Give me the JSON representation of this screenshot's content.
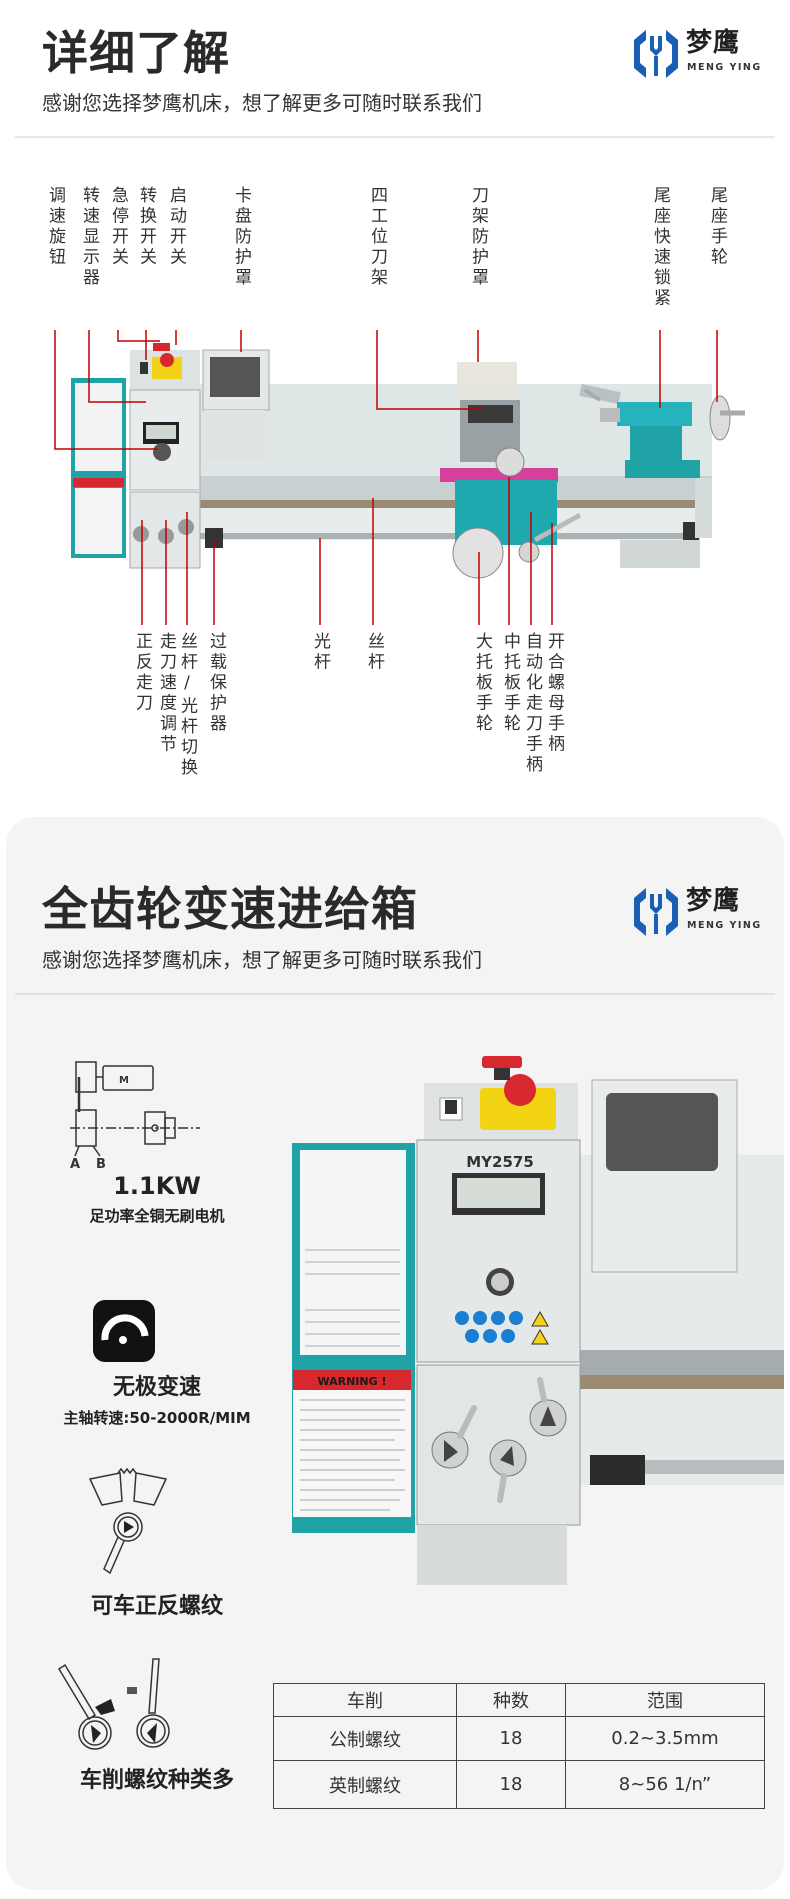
{
  "brand": {
    "name_cn": "梦鹰",
    "name_en": "MENG YING",
    "blue": "#1a5fb4"
  },
  "section1": {
    "title": "详细了解",
    "subtitle": "感谢您选择梦鹰机床，想了解更多可随时联系我们",
    "top_labels": [
      "调速旋钮",
      "转速显示器",
      "急停开关",
      "转换开关",
      "启动开关",
      "卡盘防护罩",
      "四工位刀架",
      "刀架防护罩",
      "尾座快速锁紧",
      "尾座手轮"
    ],
    "bottom_labels": [
      "正反走刀",
      "走刀速度调节",
      "丝杆/光杆切换",
      "过载保护器",
      "光杆",
      "丝杆",
      "大托板手轮",
      "中托板手轮",
      "自动化走刀手柄",
      "开合螺母手柄"
    ],
    "line_color": "#c00000"
  },
  "section2": {
    "title": "全齿轮变速进给箱",
    "subtitle": "感谢您选择梦鹰机床，想了解更多可随时联系我们",
    "features": [
      {
        "icon": "motor-pulley-diagram",
        "title": "1.1KW",
        "desc": "足功率全铜无刷电机",
        "diagram_letters": [
          "M",
          "A",
          "B"
        ]
      },
      {
        "icon": "speed-dial-icon",
        "title": "无极变速",
        "desc": "主轴转速:50-2000R/MIM"
      },
      {
        "icon": "thread-lever-icon",
        "title": "可车正反螺纹"
      },
      {
        "icon": "feed-levers-icon",
        "title": "车削螺纹种类多"
      }
    ],
    "photo": {
      "model": "MY2575",
      "warning": "WARNING !"
    },
    "table": {
      "headers": [
        "车削",
        "种数",
        "范围"
      ],
      "rows": [
        [
          "公制螺纹",
          "18",
          "0.2~3.5mm"
        ],
        [
          "英制螺纹",
          "18",
          "8~56 1/n”"
        ]
      ]
    }
  }
}
